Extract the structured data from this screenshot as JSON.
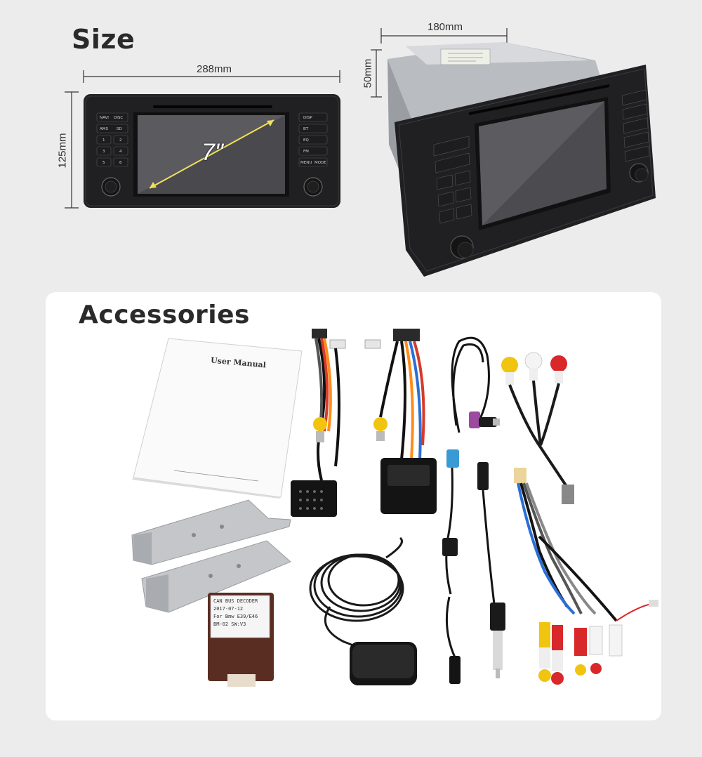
{
  "sections": {
    "size_title": "Size",
    "accessories_title": "Accessories"
  },
  "dimensions": {
    "width": "288mm",
    "height": "125mm",
    "depth": "180mm",
    "unit_height": "50mm",
    "screen": "7\""
  },
  "unit_buttons": {
    "left": [
      "NAVI",
      "DISC",
      "AMS",
      "SD",
      "1",
      "2",
      "3",
      "4",
      "5",
      "6"
    ],
    "right": [
      "DISP",
      "BT",
      "EQ",
      "FM",
      "MENU",
      "MODE"
    ]
  },
  "manual": {
    "title": "User Manual"
  },
  "decoder": {
    "label_line1": "CAN BUS DECODER",
    "label_line2": "2017-07-12",
    "label_line3": "For Bmw E39/E46",
    "label_line4": "BM-02   SW:V3"
  },
  "colors": {
    "background": "#ececed",
    "card": "#ffffff",
    "device": "#202022",
    "rca_yellow": "#f1c40f",
    "rca_red": "#d8282a",
    "rca_white": "#f4f4f4"
  }
}
